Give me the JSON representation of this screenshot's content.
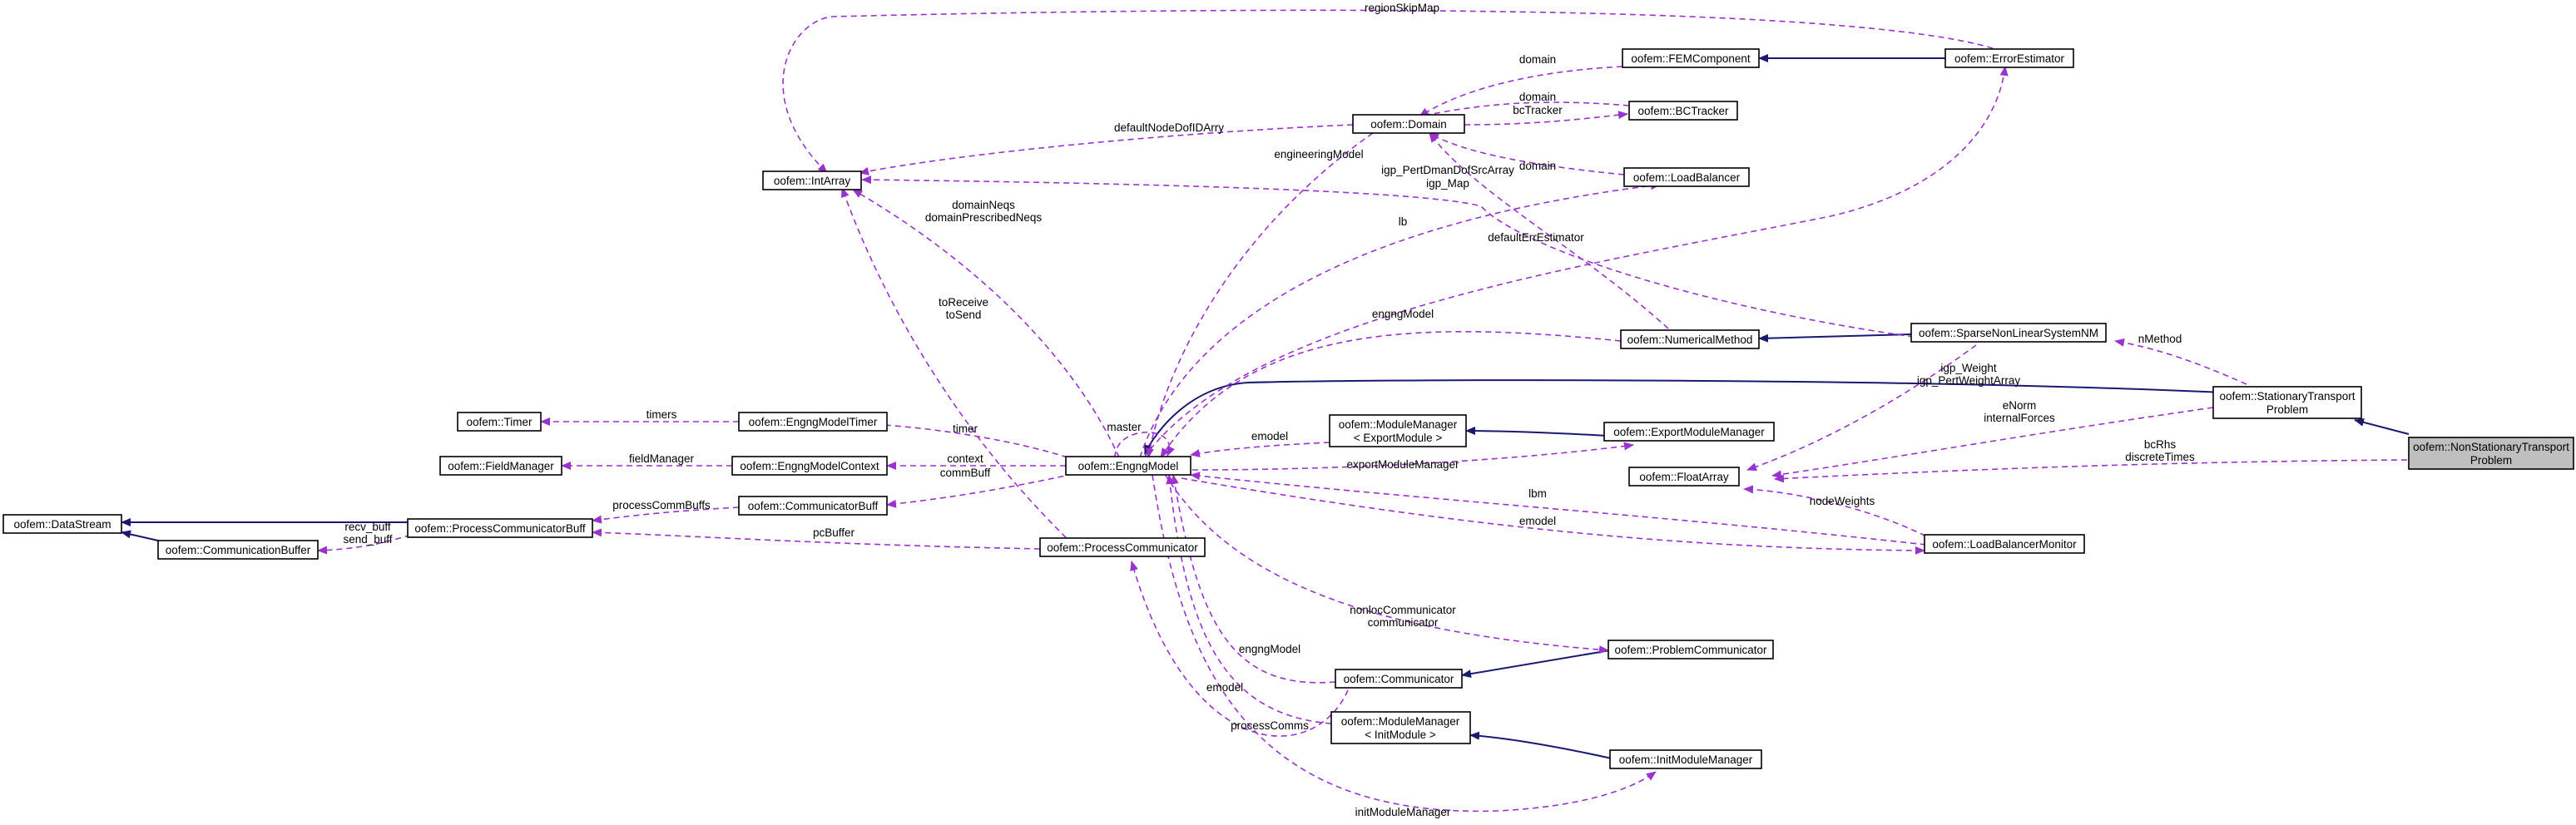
{
  "nodes": [
    {
      "id": "nonstationary",
      "lines": [
        "oofem::NonStationaryTransport",
        "Problem"
      ],
      "focus": true
    },
    {
      "id": "stationary",
      "lines": [
        "oofem::StationaryTransport",
        "Problem"
      ]
    },
    {
      "id": "engngmodel",
      "lines": [
        "oofem::EngngModel"
      ]
    },
    {
      "id": "intarray",
      "lines": [
        "oofem::IntArray"
      ]
    },
    {
      "id": "domain",
      "lines": [
        "oofem::Domain"
      ]
    },
    {
      "id": "femcomponent",
      "lines": [
        "oofem::FEMComponent"
      ]
    },
    {
      "id": "errorestimator",
      "lines": [
        "oofem::ErrorEstimator"
      ]
    },
    {
      "id": "bctracker",
      "lines": [
        "oofem::BCTracker"
      ]
    },
    {
      "id": "loadbalancer",
      "lines": [
        "oofem::LoadBalancer"
      ]
    },
    {
      "id": "numericalmethod",
      "lines": [
        "oofem::NumericalMethod"
      ]
    },
    {
      "id": "sparsenonlinear",
      "lines": [
        "oofem::SparseNonLinearSystemNM"
      ]
    },
    {
      "id": "timer",
      "lines": [
        "oofem::Timer"
      ]
    },
    {
      "id": "engngmodeltimer",
      "lines": [
        "oofem::EngngModelTimer"
      ]
    },
    {
      "id": "fieldmanager",
      "lines": [
        "oofem::FieldManager"
      ]
    },
    {
      "id": "engngmodelcontext",
      "lines": [
        "oofem::EngngModelContext"
      ]
    },
    {
      "id": "mmexport",
      "lines": [
        "oofem::ModuleManager",
        "< ExportModule >"
      ]
    },
    {
      "id": "exportmodulemanager",
      "lines": [
        "oofem::ExportModuleManager"
      ]
    },
    {
      "id": "floatarray",
      "lines": [
        "oofem::FloatArray"
      ]
    },
    {
      "id": "datastream",
      "lines": [
        "oofem::DataStream"
      ]
    },
    {
      "id": "processcommbuff",
      "lines": [
        "oofem::ProcessCommunicatorBuff"
      ]
    },
    {
      "id": "communicatorbuff",
      "lines": [
        "oofem::CommunicatorBuff"
      ]
    },
    {
      "id": "communicationbuffer",
      "lines": [
        "oofem::CommunicationBuffer"
      ]
    },
    {
      "id": "processcommunicator",
      "lines": [
        "oofem::ProcessCommunicator"
      ]
    },
    {
      "id": "loadbalancermonitor",
      "lines": [
        "oofem::LoadBalancerMonitor"
      ]
    },
    {
      "id": "problemcommunicator",
      "lines": [
        "oofem::ProblemCommunicator"
      ]
    },
    {
      "id": "communicator",
      "lines": [
        "oofem::Communicator"
      ]
    },
    {
      "id": "mminit",
      "lines": [
        "oofem::ModuleManager",
        "< InitModule >"
      ]
    },
    {
      "id": "initmodulemanager",
      "lines": [
        "oofem::InitModuleManager"
      ]
    }
  ],
  "edge_labels": {
    "regionSkipMap": "regionSkipMap",
    "domain": "domain",
    "bcTracker": "bcTracker",
    "defaultNodeDofIDArry": "defaultNodeDofIDArry",
    "engineeringModel": "engineeringModel",
    "igp_PertDmanDofSrcArray": "igp_PertDmanDofSrcArray",
    "igp_Map": "igp_Map",
    "domainNeqs": "domainNeqs",
    "domainPrescribedNeqs": "domainPrescribedNeqs",
    "lb": "lb",
    "defaultErrEstimator": "defaultErrEstimator",
    "toReceive": "toReceive",
    "toSend": "toSend",
    "engngModel": "engngModel",
    "nMethod": "nMethod",
    "igp_Weight": "igp_Weight",
    "igp_PertWeightArray": "igp_PertWeightArray",
    "timers": "timers",
    "timer": "timer",
    "master": "master",
    "emodel": "emodel",
    "eNorm": "eNorm",
    "internalForces": "internalForces",
    "fieldManager": "fieldManager",
    "context": "context",
    "commBuff": "commBuff",
    "exportModuleManager": "exportModuleManager",
    "bcRhs": "bcRhs",
    "discreteTimes": "discreteTimes",
    "processCommBuffs": "processCommBuffs",
    "nodeWeights": "nodeWeights",
    "recv_buff": "recv_buff",
    "send_buff": "send_buff",
    "lbm": "lbm",
    "pcBuffer": "pcBuffer",
    "nonlocCommunicator": "nonlocCommunicator",
    "communicator": "communicator",
    "processComms": "processComms",
    "initModuleManager": "initModuleManager"
  },
  "colors": {
    "inheritance": "#191970",
    "association": "#9a32cd",
    "focus_fill": "#bfbfbf"
  }
}
